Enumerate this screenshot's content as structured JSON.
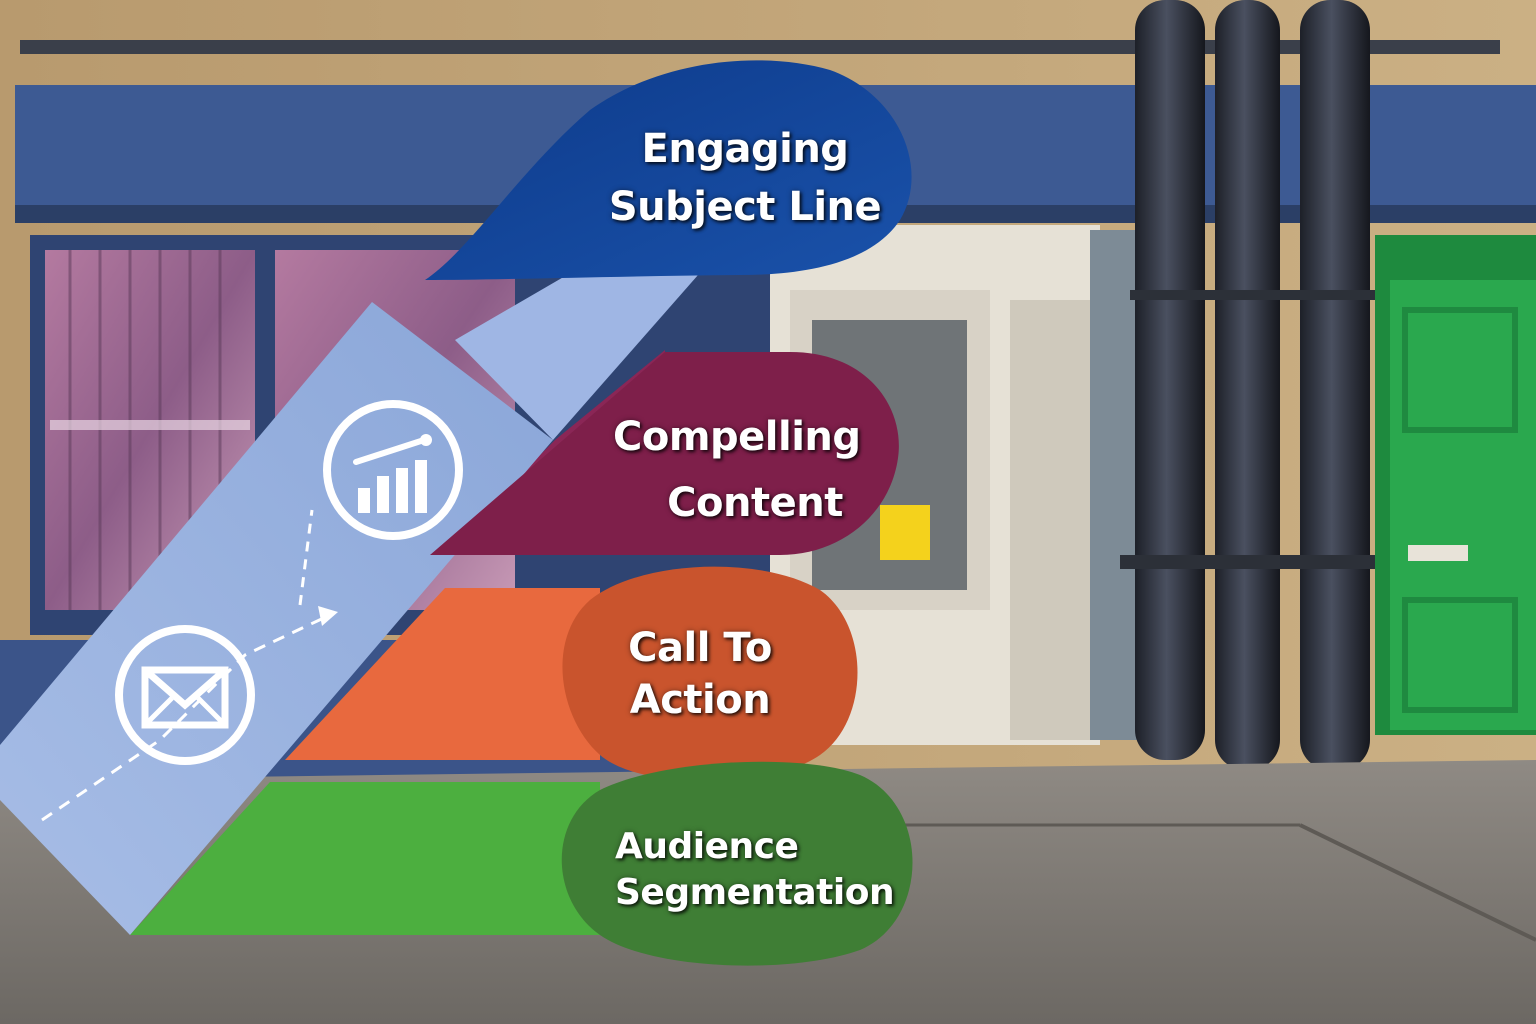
{
  "diagram": {
    "stages": [
      {
        "line1": "Engaging",
        "line2": "Subject Line",
        "color": "#12449a"
      },
      {
        "line1": "Compelling",
        "line2": "Content",
        "color": "#7e1f4a"
      },
      {
        "line1": "Call To",
        "line2": "Action",
        "color": "#c9542d"
      },
      {
        "line1": "Audience",
        "line2": "Segmentation",
        "color": "#3f7e35"
      }
    ],
    "icons": [
      "email-icon",
      "growth-chart-icon"
    ],
    "colors": {
      "ribbon": "#9db6e2",
      "bar_orange": "#e8693e",
      "bar_green": "#4caf3f",
      "door_green": "#2aa84e",
      "awning": "#3c5b96"
    }
  }
}
